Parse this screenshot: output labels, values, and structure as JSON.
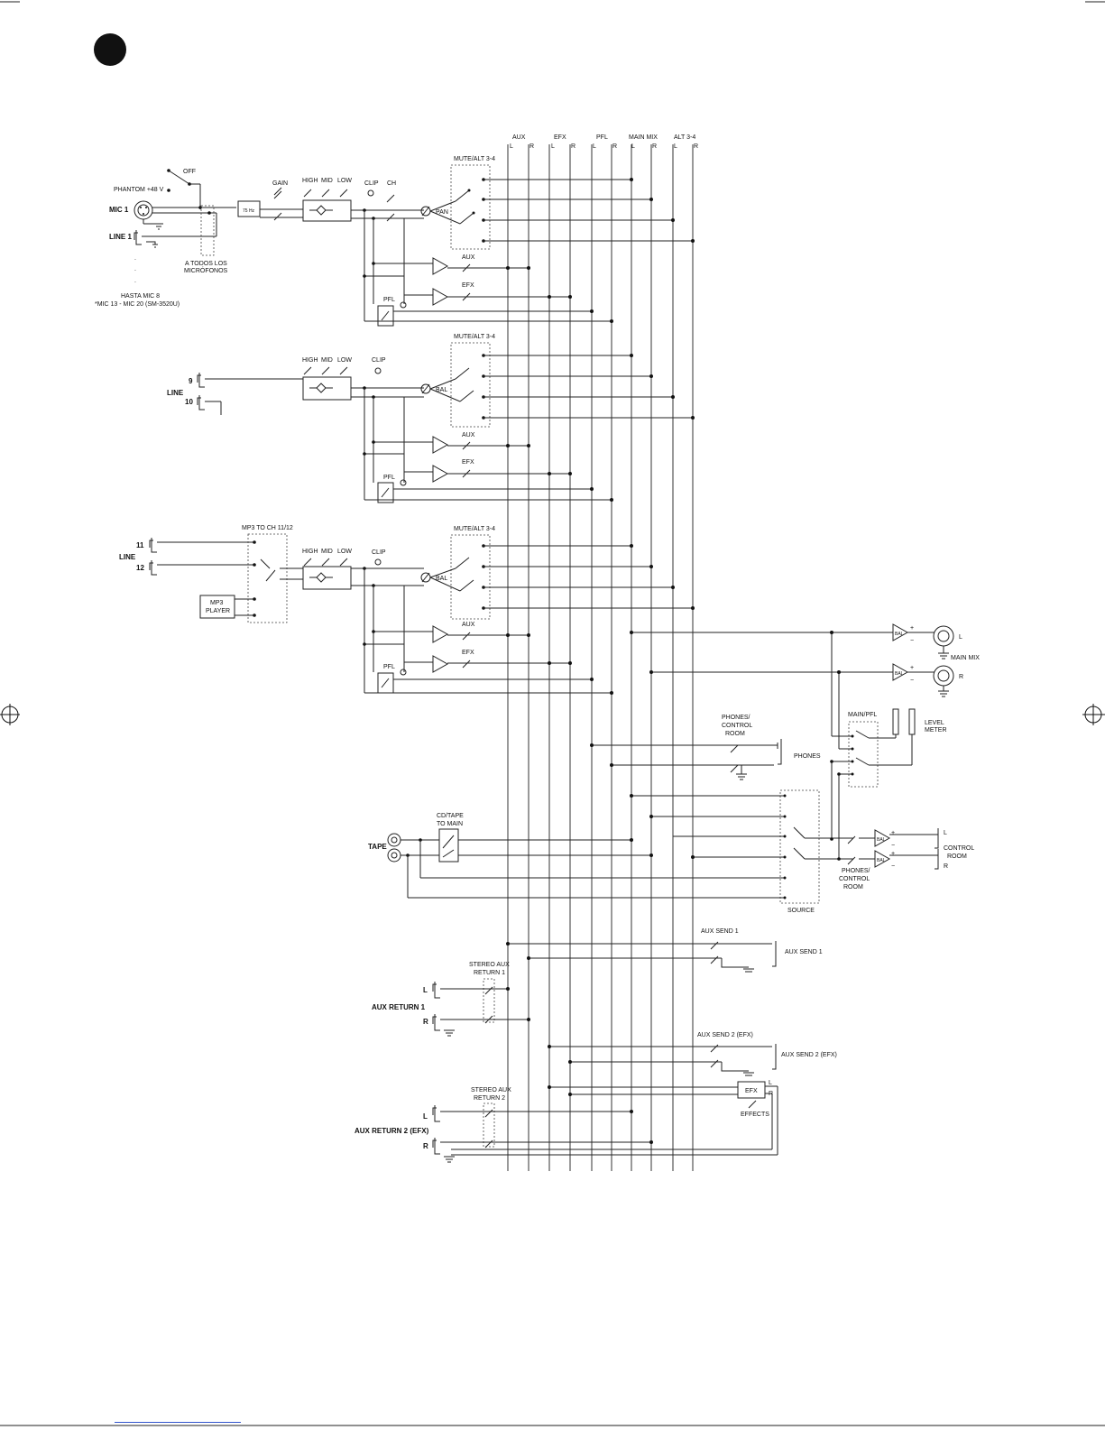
{
  "buses": [
    {
      "name": "AUX",
      "l": "L",
      "r": "R"
    },
    {
      "name": "EFX",
      "l": "L",
      "r": "R"
    },
    {
      "name": "PFL",
      "l": "L",
      "r": "R"
    },
    {
      "name": "MAIN MIX",
      "l": "L",
      "r": "R"
    },
    {
      "name": "ALT 3-4",
      "l": "L",
      "r": "R"
    }
  ],
  "ch1": {
    "off": "OFF",
    "phantom": "PHANTOM +48 V",
    "mic": "MIC 1",
    "line": "LINE 1",
    "gain": "GAIN",
    "high": "HIGH",
    "mid": "MID",
    "low": "LOW",
    "clip": "CLIP",
    "ch": "CH",
    "hpf": "75 Hz",
    "pan": "PAN",
    "mute": "MUTE/ALT 3-4",
    "aux": "AUX",
    "efx": "EFX",
    "pfl": "PFL",
    "todos1": "A TODOS LOS",
    "todos2": "MICRÓFONOS",
    "hasta1": "HASTA MIC 8",
    "hasta2": "*MIC 13 - MIC 20 (SM-3520U)"
  },
  "ch910": {
    "n9": "9",
    "n10": "10",
    "line": "LINE",
    "high": "HIGH",
    "mid": "MID",
    "low": "LOW",
    "clip": "CLIP",
    "bal": "BAL",
    "mute": "MUTE/ALT 3-4",
    "aux": "AUX",
    "efx": "EFX",
    "pfl": "PFL"
  },
  "ch1112": {
    "n11": "11",
    "n12": "12",
    "line": "LINE",
    "mp3to": "MP3 TO CH 11/12",
    "mp3a": "MP3",
    "mp3b": "PLAYER",
    "high": "HIGH",
    "mid": "MID",
    "low": "LOW",
    "clip": "CLIP",
    "bal": "BAL",
    "mute": "MUTE/ALT 3-4",
    "aux": "AUX",
    "efx": "EFX",
    "pfl": "PFL"
  },
  "out": {
    "bal": "BAL",
    "plus": "+",
    "minus": "−",
    "l": "L",
    "r": "R",
    "mainmix": "MAIN MIX",
    "mainpfl": "MAIN/PFL",
    "level1": "LEVEL",
    "level2": "METER",
    "phones1": "PHONES/",
    "phones2": "CONTROL",
    "phones3": "ROOM",
    "phones": "PHONES",
    "source": "SOURCE",
    "cr1": "CONTROL",
    "cr2": "ROOM"
  },
  "tape": {
    "label": "TAPE",
    "cd1": "CD/TAPE",
    "cd2": "TO MAIN"
  },
  "aux": {
    "send1": "AUX SEND 1",
    "send2": "AUX SEND 2 (EFX)",
    "ret1a": "STEREO AUX",
    "ret1b": "RETURN 1",
    "ret1": "AUX RETURN 1",
    "ret2a": "STEREO AUX",
    "ret2b": "RETURN 2",
    "ret2": "AUX RETURN 2 (EFX)",
    "l": "L",
    "r": "R",
    "efx": "EFX",
    "effects": "EFFECTS"
  }
}
